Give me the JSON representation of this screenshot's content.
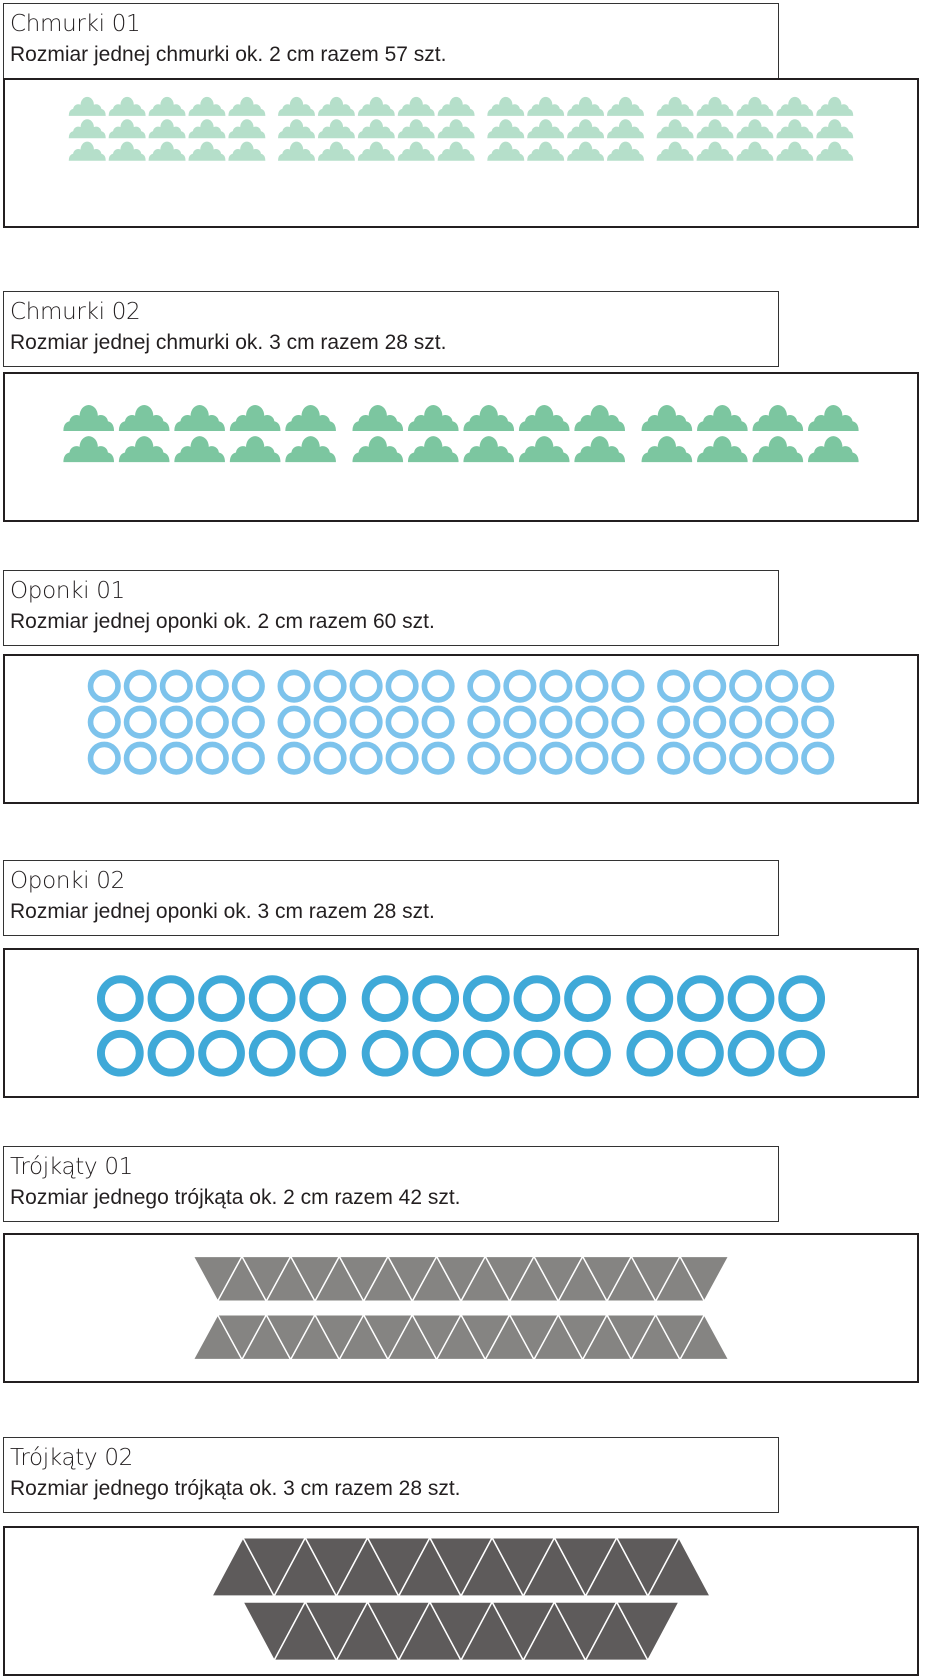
{
  "sections": [
    {
      "title": "Chmurki 01",
      "description": "Rozmiar jednej chmurki ok. 2 cm razem 57 szt.",
      "shape": "cloud",
      "color": "#b5dfca",
      "rows": 3,
      "groups": [
        5,
        5,
        4,
        5
      ]
    },
    {
      "title": "Chmurki 02",
      "description": "Rozmiar jednej chmurki ok. 3 cm razem 28 szt.",
      "shape": "cloud",
      "color": "#7cc6a0",
      "rows": 2,
      "groups": [
        5,
        5,
        4
      ]
    },
    {
      "title": "Oponki 01",
      "description": "Rozmiar jednej oponki ok. 2 cm razem 60 szt.",
      "shape": "ring",
      "color": "#7dc3ec",
      "rows": 3,
      "groups": [
        5,
        5,
        5,
        5
      ]
    },
    {
      "title": "Oponki 02",
      "description": "Rozmiar jednej oponki ok. 3 cm razem 28 szt.",
      "shape": "ring",
      "color": "#3fa9d8",
      "rows": 2,
      "groups": [
        5,
        5,
        4
      ]
    },
    {
      "title": "Trójkąty 01",
      "description": "Rozmiar jednego trójkąta ok. 2 cm razem 42 szt.",
      "shape": "triangle",
      "color": "#858482",
      "rows": 2,
      "per_row": [
        21,
        21
      ]
    },
    {
      "title": "Trójkąty 02",
      "description": "Rozmiar jednego trójkąta ok. 3 cm razem 28 szt.",
      "shape": "triangle",
      "color": "#5e5b5b",
      "rows": 2,
      "per_row": [
        15,
        13
      ]
    }
  ]
}
